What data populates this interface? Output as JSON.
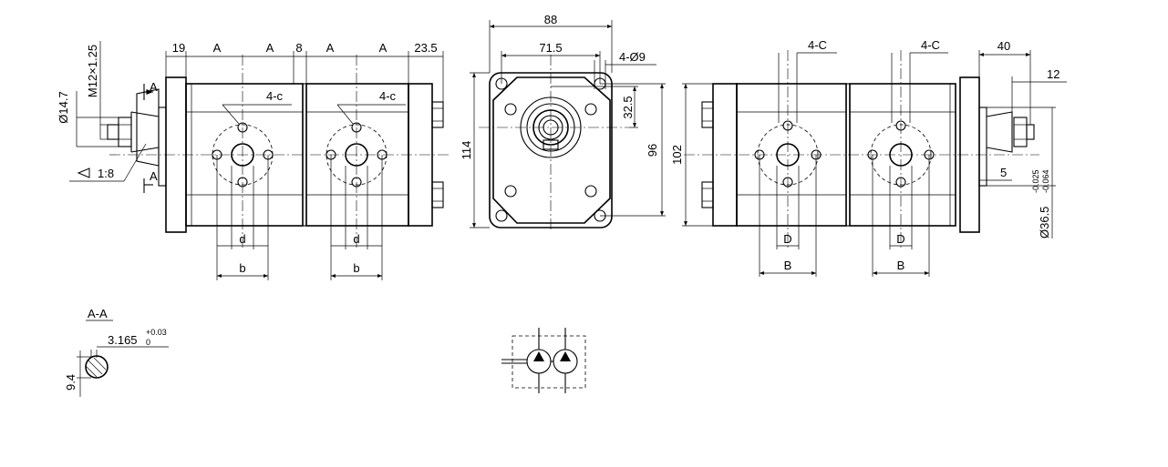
{
  "views": {
    "side_left": {
      "dims_top": [
        "19",
        "A",
        "A",
        "8",
        "A",
        "A",
        "23.5"
      ],
      "shaft_dia": "Ø14.7",
      "thread": "M12×1.25",
      "taper": "1:8",
      "section_marker": "A",
      "port_holes": "4-c",
      "port_inner": "d",
      "port_outer": "b"
    },
    "front": {
      "width": "88",
      "bolt_span": "71.5",
      "mount_holes": "4-Ø9",
      "offset": "32.5",
      "height": "114",
      "bolt_height": "96"
    },
    "side_right": {
      "port_holes": "4-C",
      "port_inner": "D",
      "port_outer": "B",
      "height": "102",
      "pilot_len": "40",
      "key_len": "12",
      "shoulder": "5",
      "pilot_dia": "Ø36.5",
      "tol_upper": "-0.025",
      "tol_lower": "-0.064"
    },
    "section_aa": {
      "title": "A-A",
      "key_width": "3.165",
      "tol_upper": "+0.03",
      "tol_lower": "0",
      "height": "9.4"
    }
  }
}
